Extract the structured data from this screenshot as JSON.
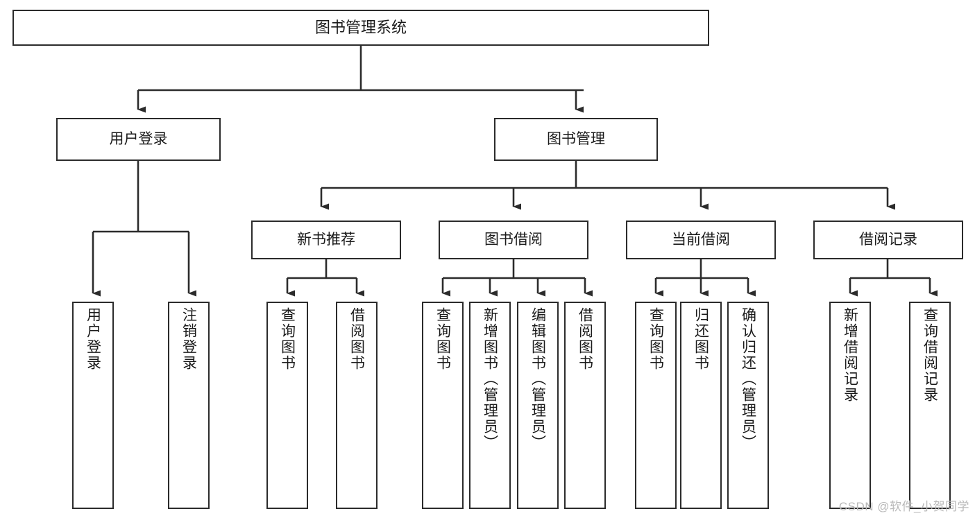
{
  "diagram": {
    "title": "图书管理系统",
    "watermark": "CSDN @软件_小贺同学",
    "accent_color": "#2b2b2b",
    "background_color": "#ffffff",
    "nodes": {
      "root": {
        "label": "图书管理系统"
      },
      "level2": [
        {
          "label": "用户登录"
        },
        {
          "label": "图书管理"
        }
      ],
      "level3": [
        {
          "label": "新书推荐"
        },
        {
          "label": "图书借阅"
        },
        {
          "label": "当前借阅"
        },
        {
          "label": "借阅记录"
        }
      ],
      "leaves": {
        "user_login": [
          {
            "label": "用户登录"
          },
          {
            "label": "注销登录"
          }
        ],
        "new_book": [
          {
            "label": "查询图书"
          },
          {
            "label": "借阅图书"
          }
        ],
        "book_borrow": [
          {
            "label": "查询图书"
          },
          {
            "label": "新增图书（管理员）"
          },
          {
            "label": "编辑图书（管理员）"
          },
          {
            "label": "借阅图书"
          }
        ],
        "current_borrow": [
          {
            "label": "查询图书"
          },
          {
            "label": "归还图书"
          },
          {
            "label": "确认归还（管理员）"
          }
        ],
        "borrow_record": [
          {
            "label": "新增借阅记录"
          },
          {
            "label": "查询借阅记录"
          }
        ]
      }
    }
  }
}
